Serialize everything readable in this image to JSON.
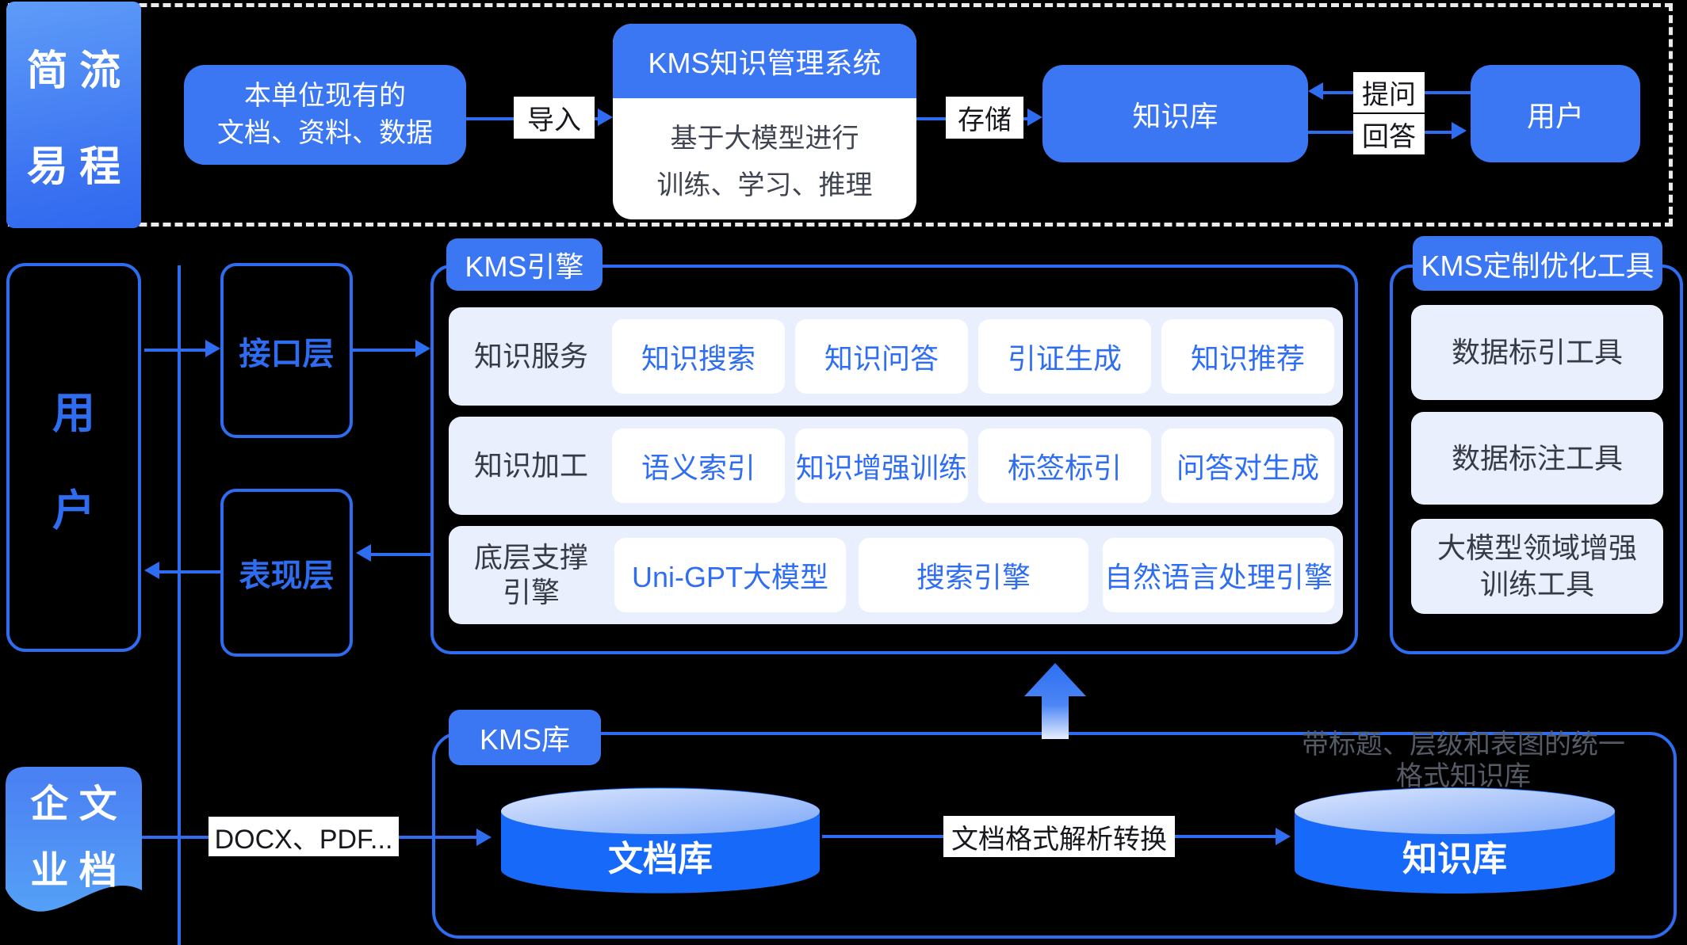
{
  "colors": {
    "accent_blue": "#3b76f3",
    "line_blue": "#2e6cf0",
    "row_background": "#e9effc",
    "cylinder_blue": "#176af9",
    "chip_text_blue": "#2f6ef2",
    "background": "#000000"
  },
  "top": {
    "section_tag_lines": [
      "简 流",
      "易 程"
    ],
    "source_lines": [
      "本单位现有的",
      "文档、资料、数据"
    ],
    "import_label": "导入",
    "kms_title": "KMS知识管理系统",
    "kms_body_lines": [
      "基于大模型进行",
      "训练、学习、推理"
    ],
    "store_label": "存储",
    "knowledge_base": "知识库",
    "ask_label": "提问",
    "answer_label": "回答",
    "user_label": "用户"
  },
  "middle": {
    "user_panel_chars": [
      "用",
      "户"
    ],
    "interface_layer": "接口层",
    "presentation_layer": "表现层",
    "engine_tag": "KMS引擎",
    "rows": [
      {
        "label_lines": [
          "知识服务"
        ],
        "chips": [
          "知识搜索",
          "知识问答",
          "引证生成",
          "知识推荐"
        ]
      },
      {
        "label_lines": [
          "知识加工"
        ],
        "chips": [
          "语义索引",
          "知识增强训练",
          "标签标引",
          "问答对生成"
        ]
      },
      {
        "label_lines": [
          "底层支撑",
          "引擎"
        ],
        "chips": [
          "Uni-GPT大模型",
          "搜索引擎",
          "自然语言处理引擎"
        ]
      }
    ],
    "tools_tag": "KMS定制优化工具",
    "tools": [
      {
        "lines": [
          "数据标引工具"
        ]
      },
      {
        "lines": [
          "数据标注工具"
        ]
      },
      {
        "lines": [
          "大模型领域增强",
          "训练工具"
        ]
      }
    ]
  },
  "bottom": {
    "library_tag": "KMS库",
    "enterprise_doc_lines": [
      "企 文",
      "业 档"
    ],
    "docx_label": "DOCX、PDF...",
    "doc_store": "文档库",
    "convert_label": "文档格式解析转换",
    "knowledge_store": "知识库",
    "annotation_lines": [
      "带标题、层级和表图的统一",
      "格式知识库"
    ]
  }
}
